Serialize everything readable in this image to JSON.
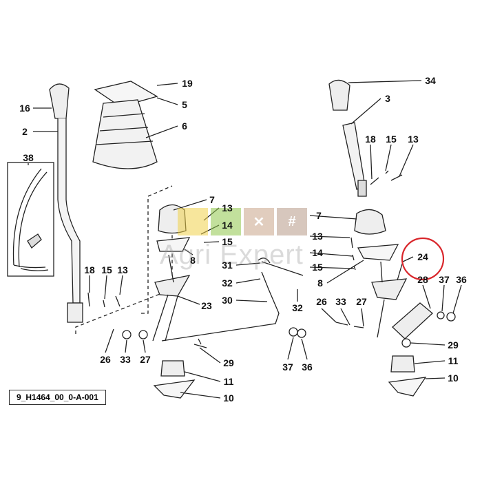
{
  "diagram": {
    "reference_code": "9_H1464_00_0-A-001",
    "watermark": "Agri Expert",
    "highlighted_part": "24",
    "highlight_color": "#d9262b",
    "labels": [
      "19",
      "5",
      "6",
      "16",
      "2",
      "38",
      "34",
      "3",
      "18",
      "15",
      "13",
      "7",
      "13",
      "14",
      "15",
      "8",
      "7",
      "13",
      "14",
      "15",
      "8",
      "31",
      "32",
      "30",
      "23",
      "32",
      "24",
      "28",
      "37",
      "36",
      "18",
      "15",
      "13",
      "26",
      "33",
      "27",
      "29",
      "11",
      "10",
      "37",
      "36",
      "26",
      "33",
      "27",
      "29",
      "11",
      "10"
    ]
  }
}
